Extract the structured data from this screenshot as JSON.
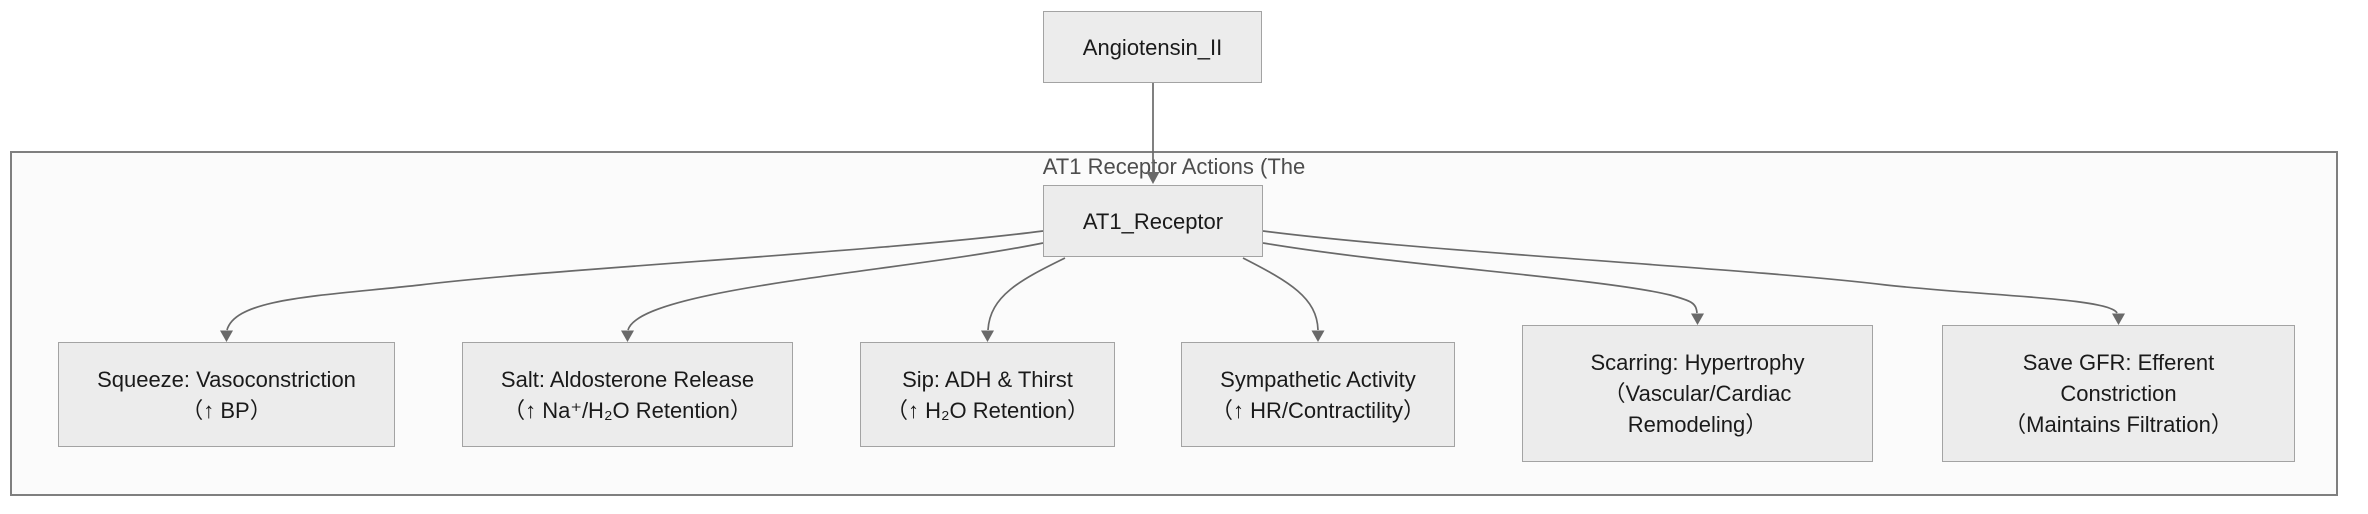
{
  "diagram": {
    "type": "flowchart",
    "cluster_label": "AT1 Receptor Actions (The",
    "nodes": {
      "angiotensin": {
        "lines": [
          "Angiotensin_II"
        ]
      },
      "at1": {
        "lines": [
          "AT1_Receptor"
        ]
      },
      "squeeze": {
        "lines": [
          "Squeeze: Vasoconstriction",
          "（↑ BP）"
        ]
      },
      "salt": {
        "lines": [
          "Salt: Aldosterone Release",
          "（↑ Na⁺/H₂O Retention）"
        ]
      },
      "sip": {
        "lines": [
          "Sip: ADH & Thirst",
          "（↑ H₂O Retention）"
        ]
      },
      "sympathetic": {
        "lines": [
          "Sympathetic Activity",
          "（↑ HR/Contractility）"
        ]
      },
      "scarring": {
        "lines": [
          "Scarring: Hypertrophy",
          "（Vascular/Cardiac",
          "Remodeling）"
        ]
      },
      "savegfr": {
        "lines": [
          "Save GFR: Efferent",
          "Constriction",
          "（Maintains Filtration）"
        ]
      }
    },
    "edges": [
      {
        "from": "Angiotensin_II",
        "to": "AT1_Receptor"
      },
      {
        "from": "AT1_Receptor",
        "to": "Squeeze: Vasoconstriction"
      },
      {
        "from": "AT1_Receptor",
        "to": "Salt: Aldosterone Release"
      },
      {
        "from": "AT1_Receptor",
        "to": "Sip: ADH & Thirst"
      },
      {
        "from": "AT1_Receptor",
        "to": "Sympathetic Activity"
      },
      {
        "from": "AT1_Receptor",
        "to": "Scarring: Hypertrophy"
      },
      {
        "from": "AT1_Receptor",
        "to": "Save GFR: Efferent Constriction"
      }
    ],
    "colors": {
      "background": "#ffffff",
      "cluster_fill": "#fbfbfb",
      "cluster_border": "#7f7f7f",
      "node_fill": "#ececec",
      "node_border": "#a3a3a3",
      "node_text": "#1a1a1a",
      "label_text": "#4d4d4d",
      "edge": "#696969"
    }
  }
}
